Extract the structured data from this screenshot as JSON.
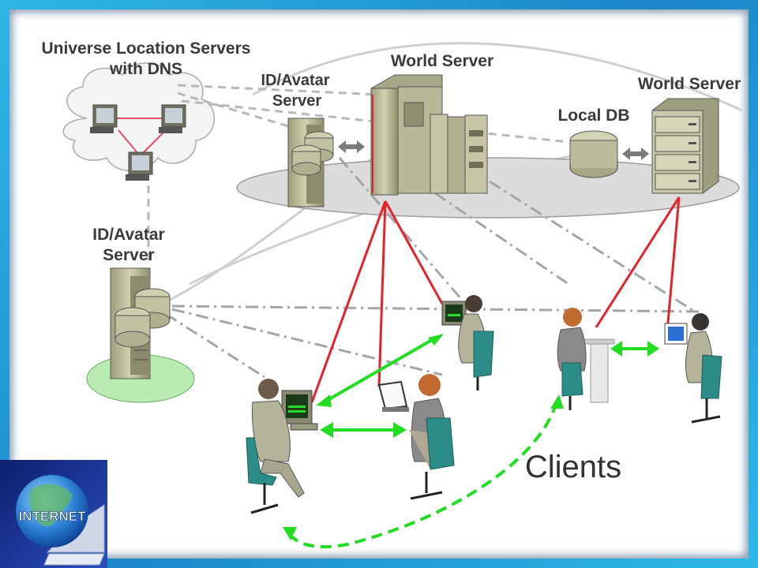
{
  "labels": {
    "uls_line1": "Universe Location Servers",
    "uls_line2": "with DNS",
    "world_server_center": "World Server",
    "world_server_right": "World Server",
    "idavatar_top_line1": "ID/Avatar",
    "idavatar_top_line2": "Server",
    "local_db": "Local DB",
    "idavatar_left_line1": "ID/Avatar",
    "idavatar_left_line2": "Server",
    "clients": "Clients"
  },
  "logo": {
    "text": "INTERNET"
  },
  "colors": {
    "frame": "#1f9fd6",
    "server_body": "#bfbf9c",
    "server_dark": "#6f6f55",
    "red_link": "#e8202a",
    "green_link": "#22dd22",
    "gray_link": "#a5a5a5",
    "green_base": "#b8ecb0",
    "person_suit": "#b5b39a",
    "chair": "#2b8c88"
  }
}
